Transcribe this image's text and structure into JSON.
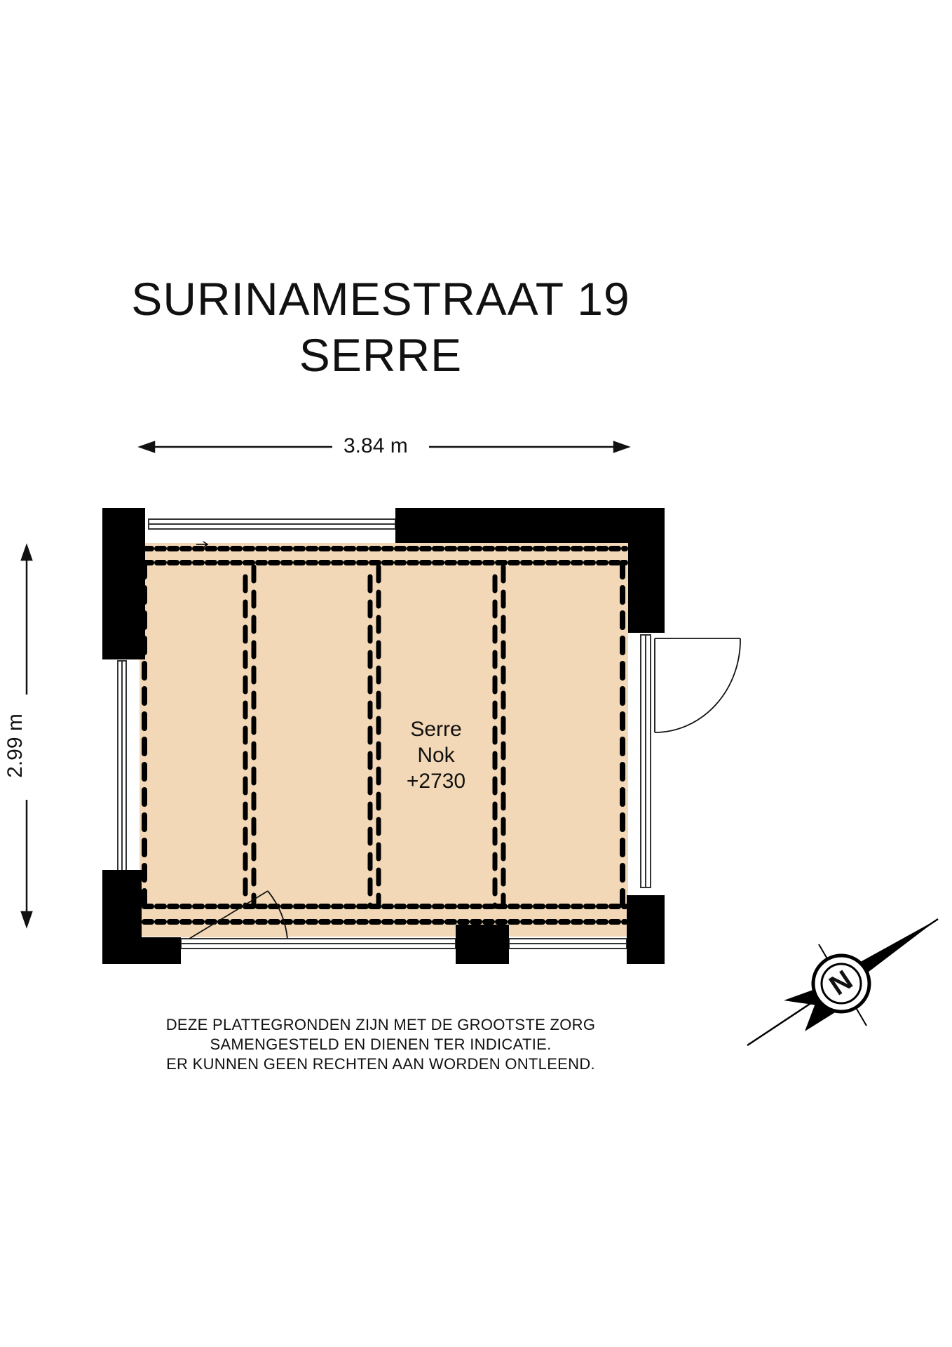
{
  "title": {
    "line1": "SURINAMESTRAAT 19",
    "line2": "SERRE"
  },
  "dimensions": {
    "width": "3.84 m",
    "height": "2.99 m"
  },
  "room": {
    "name": "Serre",
    "ridge_label": "Nok",
    "ridge_height": "+2730"
  },
  "disclaimer": {
    "line1": "DEZE PLATTEGRONDEN ZIJN MET DE GROOTSTE ZORG",
    "line2": "SAMENGESTELD EN DIENEN TER INDICATIE.",
    "line3": "ER KUNNEN GEEN RECHTEN AAN WORDEN ONTLEEND."
  },
  "compass": {
    "letter": "N"
  },
  "colors": {
    "floor": "#f2d8b6",
    "wall": "#000000",
    "line": "#000000"
  }
}
